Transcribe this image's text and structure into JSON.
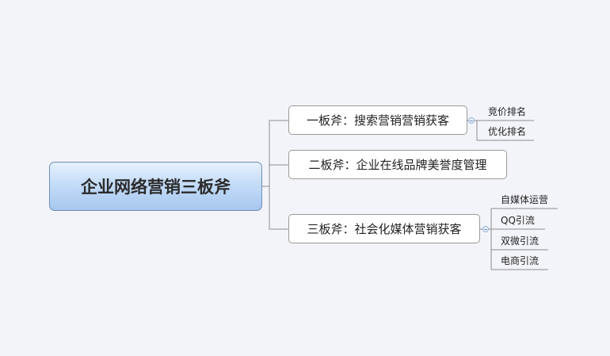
{
  "root": {
    "label": "企业网络营销三板斧"
  },
  "branches": [
    {
      "label": "一板斧：搜索营销营销获客",
      "children": [
        "竞价排名",
        "优化排名"
      ]
    },
    {
      "label": "二板斧：企业在线品牌美誉度管理",
      "children": []
    },
    {
      "label": "三板斧：社会化媒体营销获客",
      "children": [
        "自媒体运营",
        "QQ引流",
        "双微引流",
        "电商引流"
      ]
    }
  ],
  "colors": {
    "background": "#f3f4f9",
    "root_fill_top": "#e6f1fd",
    "root_fill_bottom": "#a6c7ef",
    "root_border": "#6f8fb3",
    "connector": "#8c8c8c"
  },
  "icons": {
    "collapse": "collapse-toggle-icon"
  }
}
